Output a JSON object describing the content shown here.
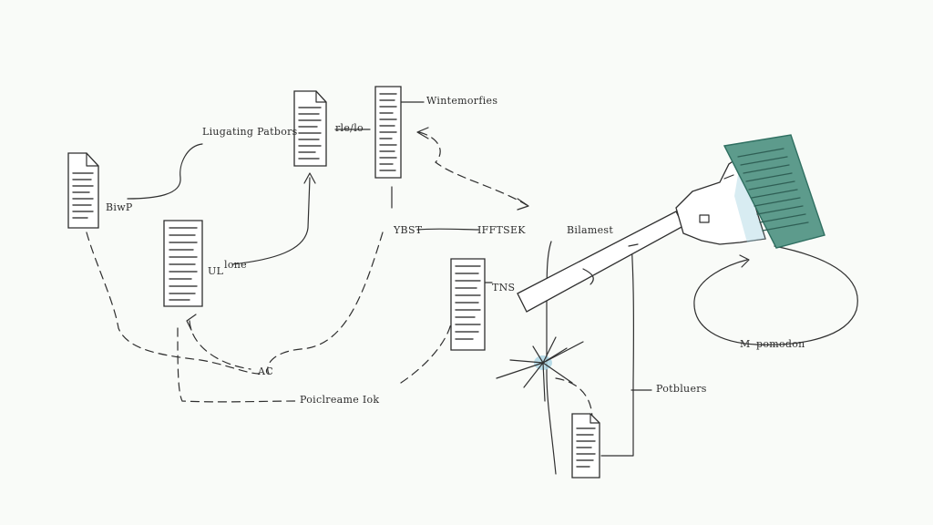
{
  "labels": {
    "lighting": "Liugating Patbors",
    "relo": "rle/lo",
    "wintemorfies": "Wintemorfies",
    "biw": "BiwP",
    "vst": "YBST",
    "ifftse": "IFFTSEK",
    "bilamest": "Bilamest",
    "ul": "UL",
    "lone": "lone",
    "tns": "TNS",
    "ac": "AC",
    "poicreme": "Poiclreame Iok",
    "potbluers": "Potbluers",
    "pomodon": "pomodon",
    "m": "M"
  },
  "colors": {
    "ink": "#2e2e2e",
    "accent": "#5d9b8c",
    "accent_dark": "#2f6f61",
    "highlight": "#a9d4e3",
    "background": "#f9fbf8"
  }
}
